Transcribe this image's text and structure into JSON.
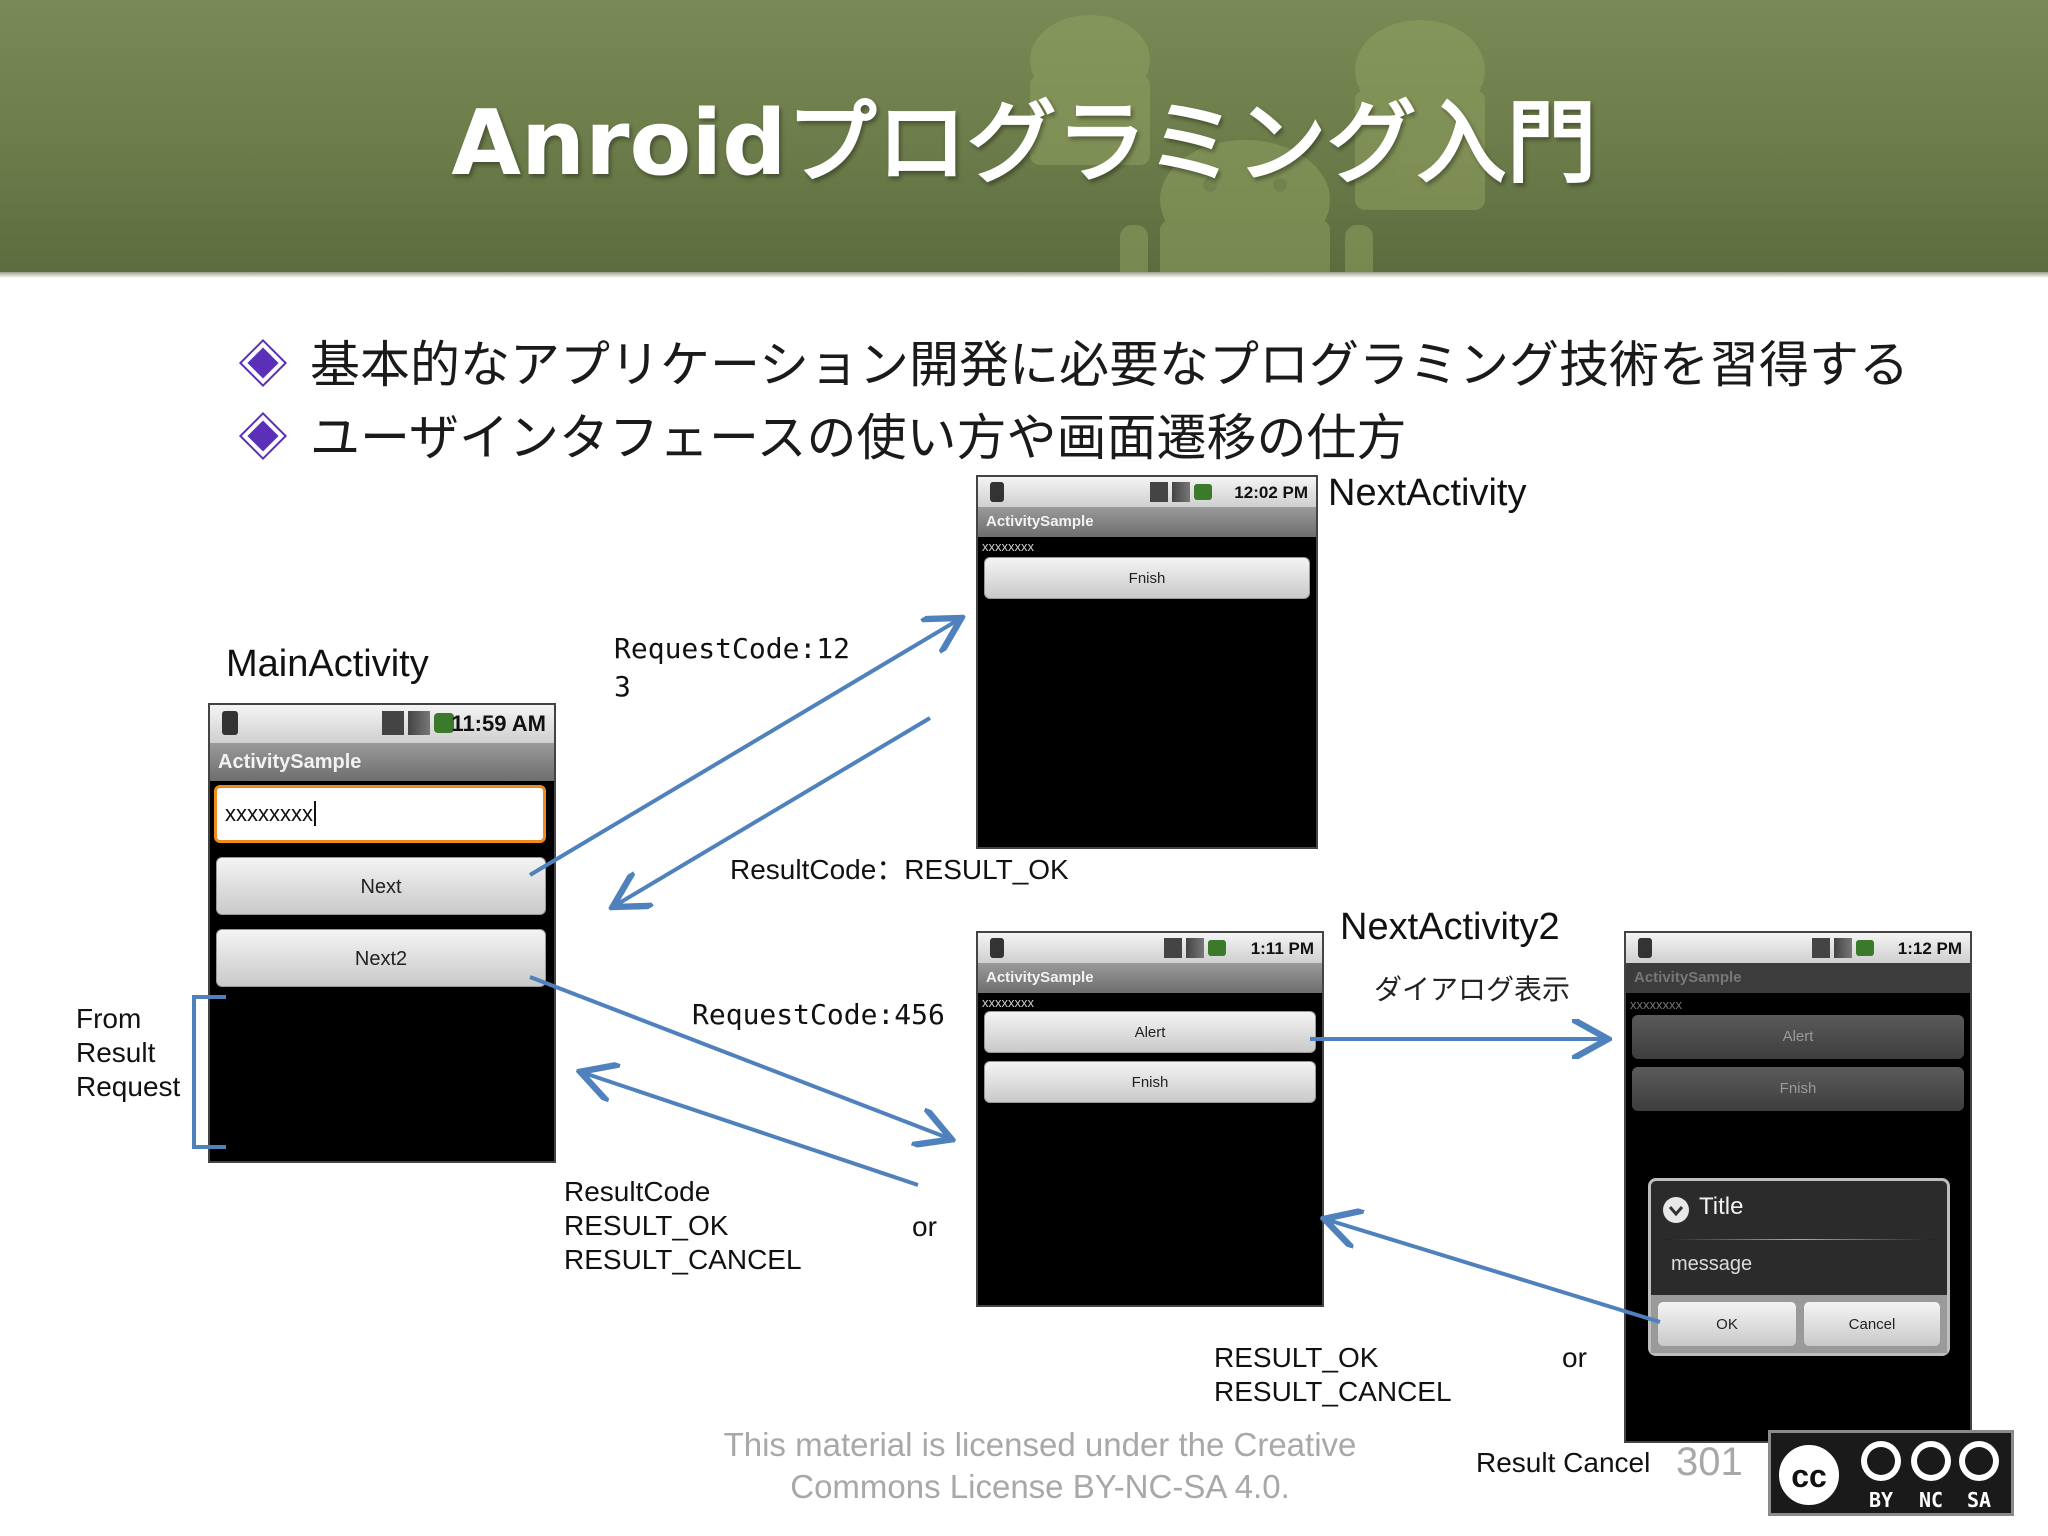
{
  "header": {
    "title": "Anroidプログラミング入門"
  },
  "bullets": [
    "基本的なアプリケーション開発に必要なプログラミング技術を習得する",
    "ユーザインタフェースの使い方や画面遷移の仕方"
  ],
  "main_activity": {
    "label": "MainActivity",
    "time": "11:59 AM",
    "app_title": "ActivitySample",
    "input_value": "xxxxxxxx",
    "next_button": "Next",
    "next2_button": "Next2"
  },
  "next_activity": {
    "label": "NextActivity",
    "time": "12:02 PM",
    "app_title": "ActivitySample",
    "text": "xxxxxxxx",
    "finish_button": "Fnish"
  },
  "next_activity2": {
    "label": "NextActivity2",
    "sublabel": "ダイアログ表示",
    "time": "1:11 PM",
    "app_title": "ActivitySample",
    "text": "xxxxxxxx",
    "alert_button": "Alert",
    "finish_button": "Fnish"
  },
  "dialog_screen": {
    "time": "1:12 PM",
    "app_title": "ActivitySample",
    "text": "xxxxxxxx",
    "alert_button": "Alert",
    "finish_button": "Fnish",
    "dialog_title": "Title",
    "dialog_message": "message",
    "ok_button": "OK",
    "cancel_button": "Cancel"
  },
  "annotations": {
    "request_code_1_line1": "RequestCode:12",
    "request_code_1_line2": "3",
    "result_code_ok": "ResultCode：RESULT_OK",
    "request_code_2": "RequestCode:456",
    "result_code_label": "ResultCode",
    "result_ok": "RESULT_OK",
    "result_cancel": "RESULT_CANCEL",
    "or_1": "or",
    "result_ok_2": "RESULT_OK",
    "result_cancel_2": "RESULT_CANCEL",
    "or_2": "or",
    "result_cancel_label": "Result Cancel",
    "from_result_request": [
      "From",
      "Result",
      "Request"
    ]
  },
  "footer": {
    "license_line1": "This material is licensed under the Creative",
    "license_line2": "Commons License BY-NC-SA 4.0.",
    "page_number": "301",
    "cc_badge": [
      "BY",
      "NC",
      "SA"
    ]
  },
  "colors": {
    "arrow": "#4f81bd",
    "header": "#6f7f4c",
    "bullet": "#5b2fb8"
  }
}
